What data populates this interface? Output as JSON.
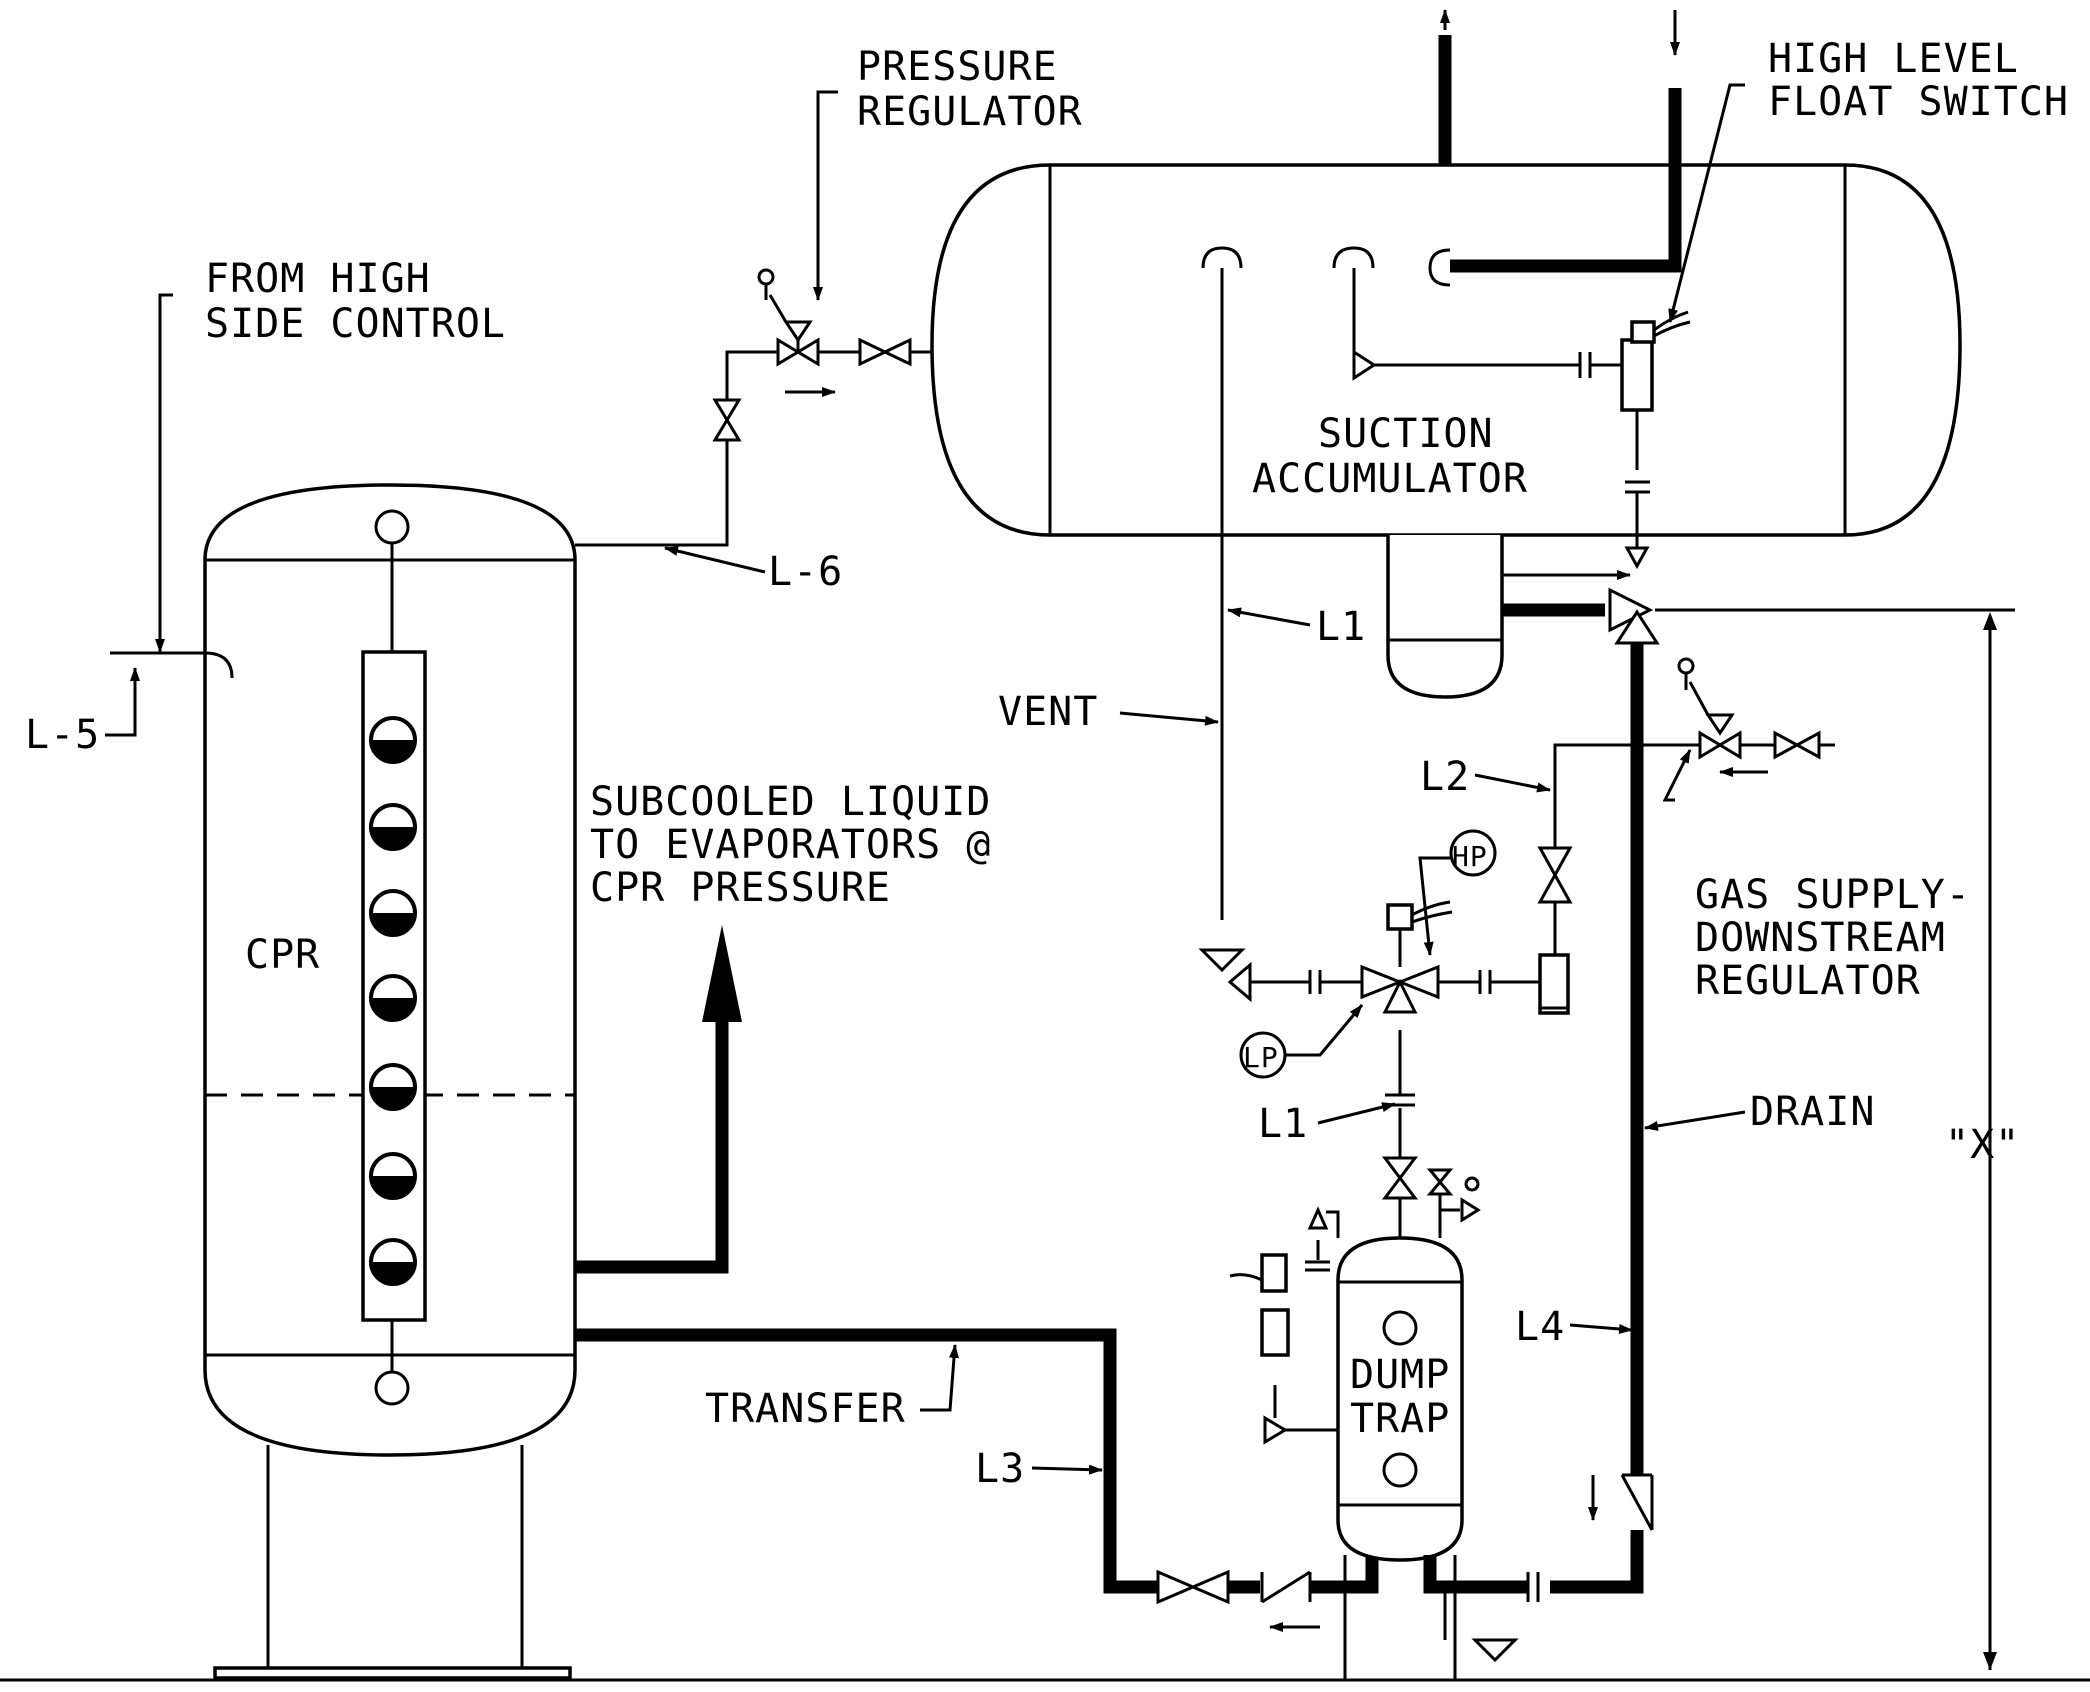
{
  "labels": {
    "pressure_regulator": [
      "PRESSURE",
      "REGULATOR"
    ],
    "high_level_float_switch": [
      "HIGH LEVEL",
      "FLOAT SWITCH"
    ],
    "from_high_side_control": [
      "FROM HIGH",
      "SIDE CONTROL"
    ],
    "suction_accumulator": [
      "SUCTION",
      "ACCUMULATOR"
    ],
    "cpr": "CPR",
    "subcooled_liquid": [
      "SUBCOOLED LIQUID",
      "TO EVAPORATORS @",
      "CPR PRESSURE"
    ],
    "gas_supply": [
      "GAS SUPPLY-",
      "DOWNSTREAM",
      "REGULATOR"
    ],
    "dump_trap": [
      "DUMP",
      "TRAP"
    ],
    "vent": "VENT",
    "drain": "DRAIN",
    "transfer": "TRANSFER",
    "dimension_x": "\"X\"",
    "hp": "HP",
    "lp": "LP",
    "line_l5": "L-5",
    "line_l6": "L-6",
    "line_l1_upper": "L1",
    "line_l1_lower": "L1",
    "line_l2": "L2",
    "line_l3": "L3",
    "line_l4": "L4"
  }
}
